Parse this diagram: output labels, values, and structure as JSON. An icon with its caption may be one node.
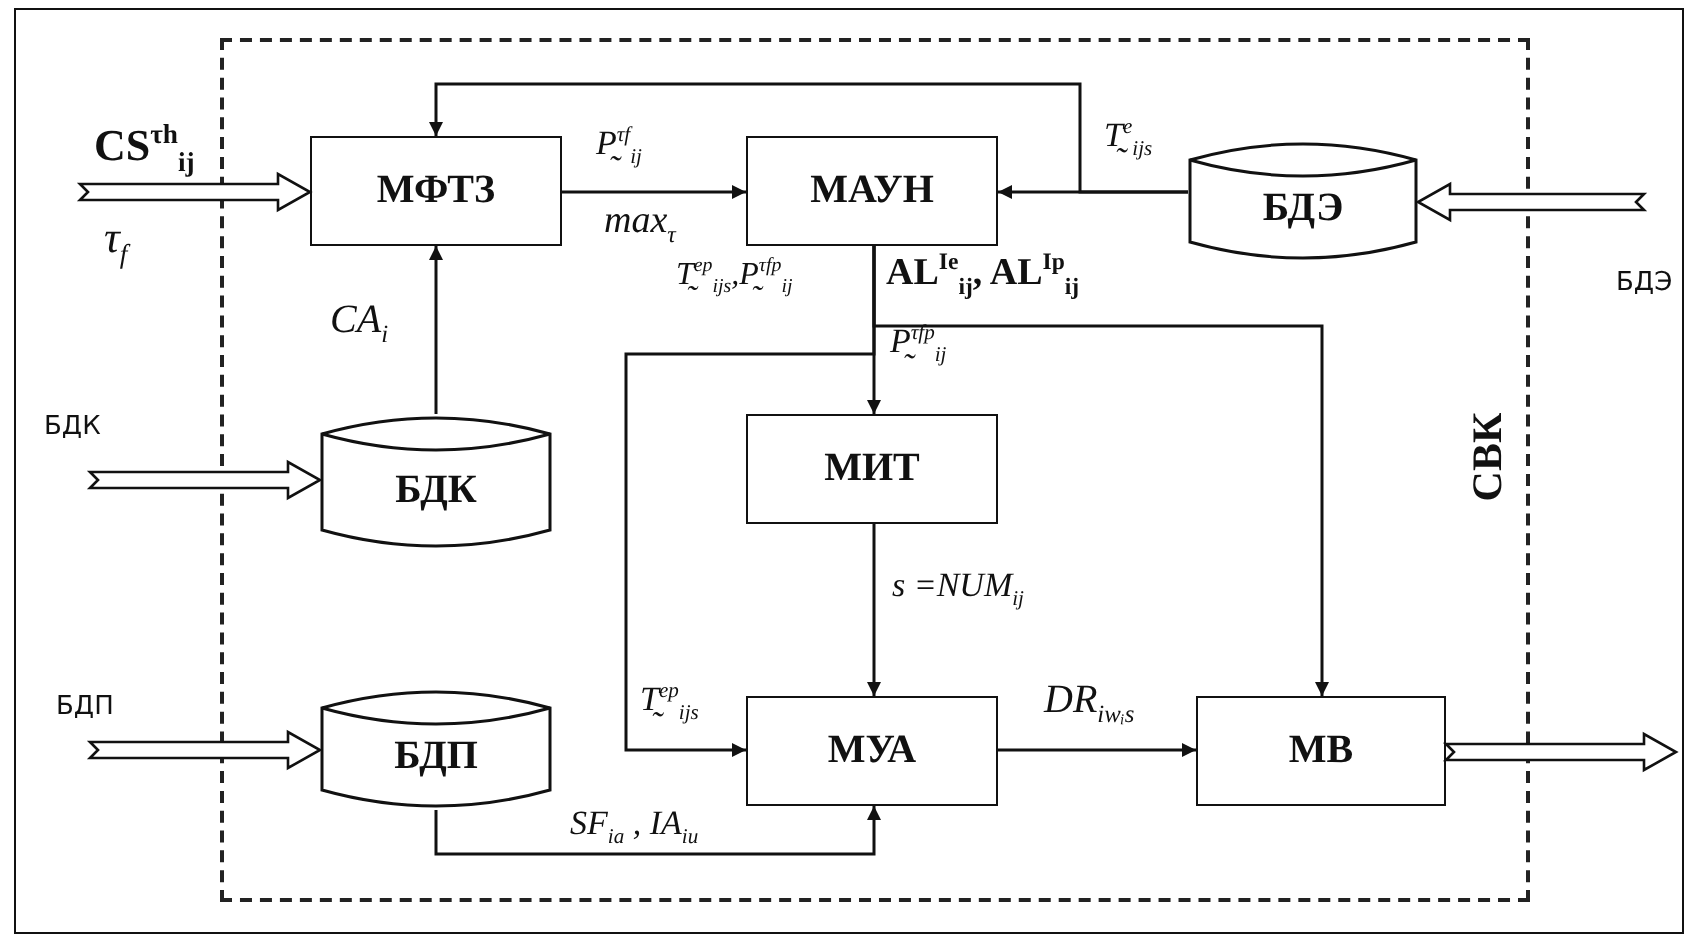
{
  "diagram": {
    "nodes": [
      {
        "text": [
          "СВК"
        ]
      },
      {
        "text": [
          "МФТЗ"
        ],
        "in": 0
      },
      {
        "text": [
          "МАУН"
        ],
        "in": 0
      },
      {
        "text": [
          "БДЭ"
        ],
        "in": 0
      },
      {
        "text": [
          "БДК"
        ],
        "in": 0
      },
      {
        "text": [
          "МИТ"
        ],
        "in": 0
      },
      {
        "text": [
          "БДП"
        ],
        "in": 0
      },
      {
        "text": [
          "МУА"
        ],
        "in": 0
      },
      {
        "text": [
          "МВ"
        ],
        "in": 0
      }
    ],
    "edges": [
      {
        "from": null,
        "to": 1,
        "arrow": "to",
        "style": "thick",
        "label": "CS$^{τh}$$_{ij}$"
      },
      {
        "from": 1,
        "to": 2,
        "arrow": "to",
        "label": "P̰$^{τf}$$_{ij}$"
      },
      {
        "from": 3,
        "to": 2,
        "arrow": "to",
        "label": "T̰$^{e}$$_{ijs}$"
      },
      {
        "from": 3,
        "to": 1,
        "arrow": "to"
      },
      {
        "from": 4,
        "to": 1,
        "arrow": "to",
        "label": "CA$_{i}$"
      },
      {
        "from": 2,
        "to": 5,
        "arrow": "to",
        "label": "P̰$^{τfp}$$_{ij}$"
      },
      {
        "from": 2,
        "to": 7,
        "arrow": "to",
        "label": "T̰$^{ep}$$_{ijs}$"
      },
      {
        "from": 2,
        "to": 8,
        "arrow": "to"
      },
      {
        "from": 5,
        "to": 7,
        "arrow": "to",
        "label": "s =NUM$_{ij}$"
      },
      {
        "from": 6,
        "to": 7,
        "arrow": "to",
        "label": "SF$_{ia}$ , IA$_{iu}$"
      },
      {
        "from": 7,
        "to": 8,
        "arrow": "to",
        "label": "DR$_{iwᵢs}$"
      },
      {
        "from": null,
        "to": 4,
        "arrow": "to",
        "style": "thick"
      },
      {
        "from": null,
        "to": 6,
        "arrow": "to",
        "style": "thick"
      },
      {
        "from": null,
        "to": 3,
        "arrow": "to",
        "style": "thick"
      },
      {
        "from": 8,
        "to": null,
        "arrow": "to",
        "style": "thick"
      }
    ],
    "labels": [
      "τ$_{f}$",
      "max$_{τ}$",
      "T̰$^{ep}$$_{ijs}$,P̰$^{τfp}$$_{ij}$",
      "AL$^{Ie}$$_{ij}$, AL$^{Ip}$$_{ij}$",
      "БДК",
      "БДП",
      "БДЭ"
    ]
  }
}
